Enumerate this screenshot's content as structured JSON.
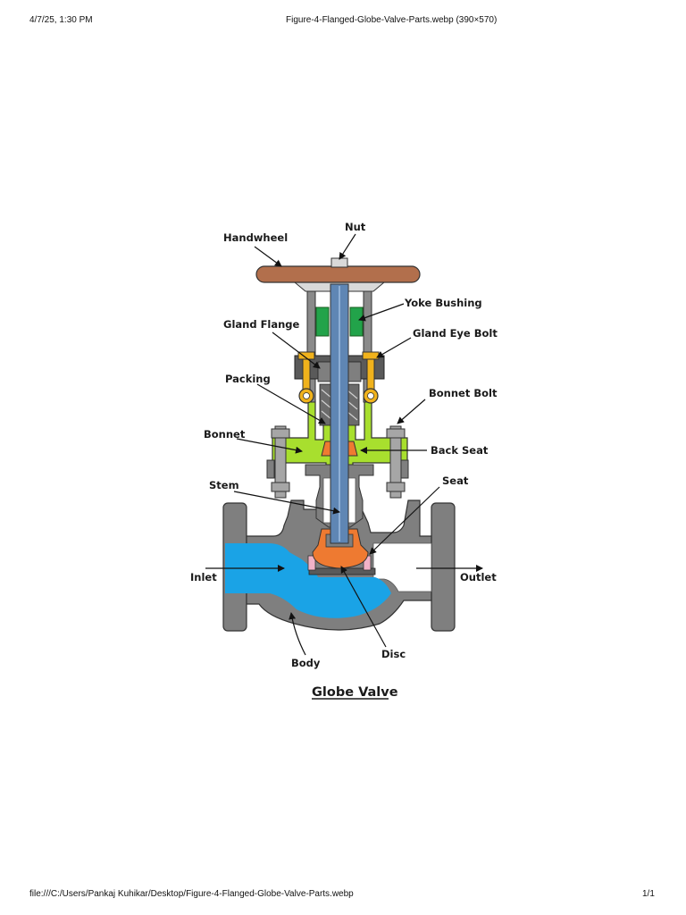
{
  "print_header": {
    "datetime": "4/7/25, 1:30 PM",
    "title": "Figure-4-Flanged-Globe-Valve-Parts.webp (390×570)"
  },
  "print_footer": {
    "path": "file:///C:/Users/Pankaj Kuhikar/Desktop/Figure-4-Flanged-Globe-Valve-Parts.webp",
    "page": "1/1"
  },
  "diagram": {
    "title": "Globe Valve",
    "labels": {
      "handwheel": "Handwheel",
      "nut": "Nut",
      "yoke_bushing": "Yoke Bushing",
      "gland_flange": "Gland Flange",
      "gland_eye_bolt": "Gland Eye Bolt",
      "packing": "Packing",
      "bonnet_bolt": "Bonnet Bolt",
      "bonnet": "Bonnet",
      "back_seat": "Back Seat",
      "stem": "Stem",
      "seat": "Seat",
      "inlet": "Inlet",
      "outlet": "Outlet",
      "body": "Body",
      "disc": "Disc"
    },
    "colors": {
      "handwheel": "#b26f4c",
      "stem": "#5f86b4",
      "yoke_bushing": "#22a34a",
      "gland_bolts": "#f0b21c",
      "bonnet": "#a8df2e",
      "back_seat": "#ee7a31",
      "disc": "#ee7a31",
      "seat": "#f2b3c8",
      "fluid": "#1aa3e6",
      "body": "#7f7f7f",
      "bolts": "#a6a6a6"
    }
  }
}
